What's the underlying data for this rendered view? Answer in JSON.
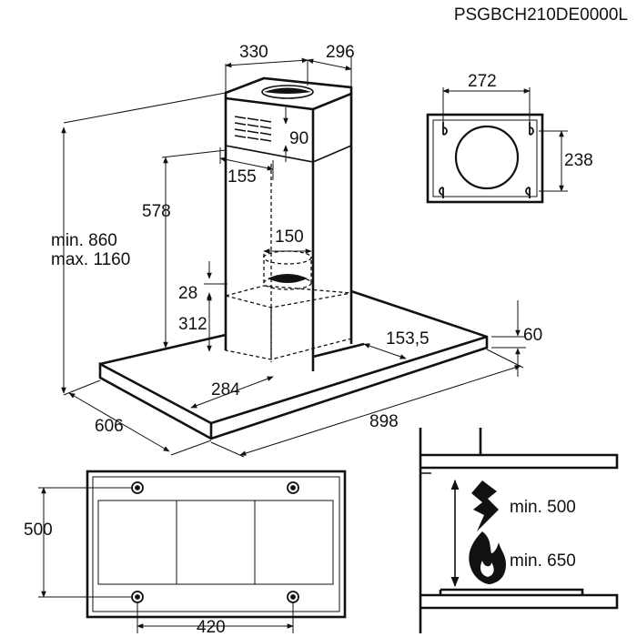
{
  "model_code": "PSGBCH210DE0000L",
  "main_view": {
    "chimney_width": "330",
    "chimney_depth": "296",
    "vent_offset": "90",
    "vent_width": "155",
    "canopy_to_bracket": "578",
    "height_range_min": "min. 860",
    "height_range_max": "max. 1160",
    "outlet_diameter": "150",
    "outlet_collar": "28",
    "inner_duct_height": "312",
    "side_offset": "153,5",
    "canopy_thickness": "60",
    "center_offset": "284",
    "hood_depth": "606",
    "hood_width": "898"
  },
  "ceiling_bracket": {
    "hole_spacing_x": "272",
    "hole_spacing_y": "238"
  },
  "bottom_view": {
    "hole_spacing_y": "500",
    "hole_spacing_x": "420"
  },
  "clearance": {
    "electric_label": "min. 500",
    "gas_label": "min. 650",
    "electric_icon": "lightning-icon",
    "gas_icon": "flame-icon"
  }
}
